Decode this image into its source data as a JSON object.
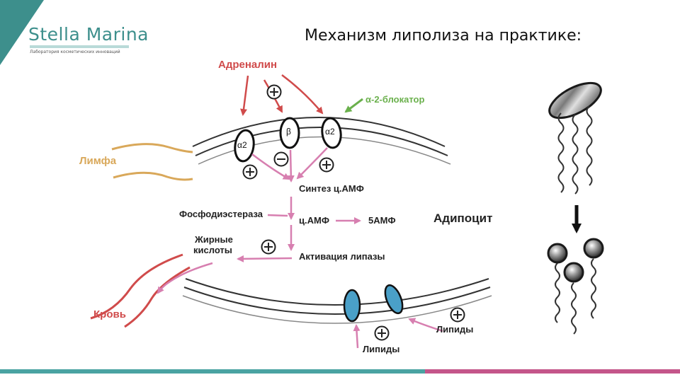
{
  "logo": {
    "name": "Stella Marina",
    "tagline": "Лаборатория косметических инноваций"
  },
  "slide": {
    "title": "Механизм липолиза на практике:"
  },
  "diagram": {
    "adrenalin": "Адреналин",
    "alpha2_blocker": "α-2-блокатор",
    "lymph": "Лимфа",
    "receptor_alpha2_left": "α2",
    "receptor_beta": "β",
    "receptor_alpha2_right": "α2",
    "camp_synthesis": "Синтез ц.АМФ",
    "phosphodiesterase": "Фосфодиэстераза",
    "camp": "ц.АМФ",
    "five_amp": "5АМФ",
    "adipocyte": "Адипоцит",
    "fatty_acids_line1": "Жирные",
    "fatty_acids_line2": "кислоты",
    "lipase_activation": "Активация липазы",
    "blood": "Кровь",
    "lipids_right": "Липиды",
    "lipids_bottom": "Липиды",
    "plus": "+",
    "minus": "−"
  },
  "colors": {
    "adrenalin": "#d04b4b",
    "alpha2_blocker": "#6ab04c",
    "lymph": "#d9a85a",
    "pink_arrow": "#d77fb0",
    "blood": "#d04b4b",
    "channel": "#4aa0c8",
    "teal": "#4aa3a2",
    "footer_pink": "#c4568a"
  }
}
